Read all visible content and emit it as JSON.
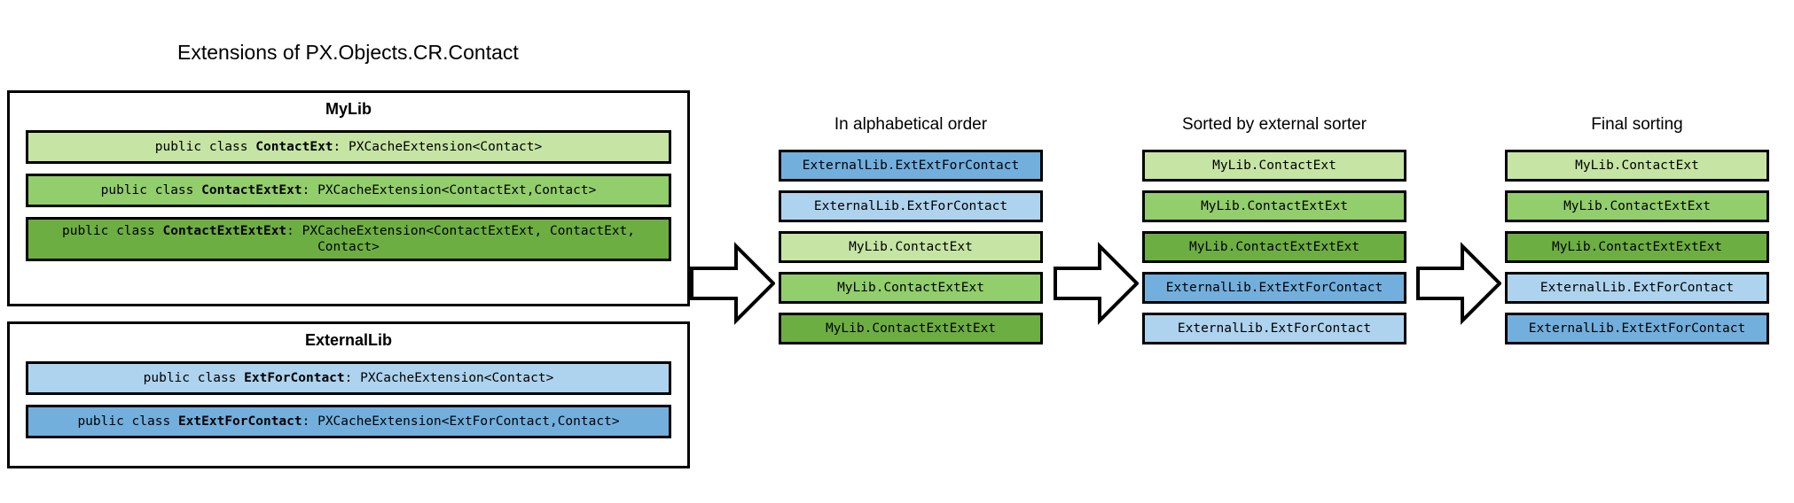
{
  "title": "Extensions of PX.Objects.CR.Contact",
  "libraries": [
    {
      "name": "MyLib",
      "classes": [
        {
          "prefix": "public class ",
          "class_name": "ContactExt",
          "suffix": ": PXCacheExtension<Contact>",
          "color": "#c6e4a4",
          "fill_class": "fill-green-1"
        },
        {
          "prefix": "public class ",
          "class_name": "ContactExtExt",
          "suffix": ": PXCacheExtension<ContactExt,Contact>",
          "color": "#92ce6b",
          "fill_class": "fill-green-2"
        },
        {
          "prefix": "public class ",
          "class_name": "ContactExtExtExt",
          "suffix": ": PXCacheExtension<ContactExtExt, ContactExt, Contact>",
          "color": "#6dae42",
          "fill_class": "fill-green-3"
        }
      ]
    },
    {
      "name": "ExternalLib",
      "classes": [
        {
          "prefix": "public class ",
          "class_name": "ExtForContact",
          "suffix": ": PXCacheExtension<Contact>",
          "color": "#aed3ee",
          "fill_class": "fill-blue-1"
        },
        {
          "prefix": "public class ",
          "class_name": "ExtExtForContact",
          "suffix": ": PXCacheExtension<ExtForContact,Contact>",
          "color": "#72afdd",
          "fill_class": "fill-blue-2"
        }
      ]
    }
  ],
  "columns": [
    {
      "heading": "In alphabetical order",
      "items": [
        {
          "label": "ExternalLib.ExtExtForContact",
          "color": "#72afdd",
          "fill_class": "fill-blue-2"
        },
        {
          "label": "ExternalLib.ExtForContact",
          "color": "#aed3ee",
          "fill_class": "fill-blue-1"
        },
        {
          "label": "MyLib.ContactExt",
          "color": "#c6e4a4",
          "fill_class": "fill-green-1"
        },
        {
          "label": "MyLib.ContactExtExt",
          "color": "#92ce6b",
          "fill_class": "fill-green-2"
        },
        {
          "label": "MyLib.ContactExtExtExt",
          "color": "#6dae42",
          "fill_class": "fill-green-3"
        }
      ]
    },
    {
      "heading": "Sorted by external sorter",
      "items": [
        {
          "label": "MyLib.ContactExt",
          "color": "#c6e4a4",
          "fill_class": "fill-green-1"
        },
        {
          "label": "MyLib.ContactExtExt",
          "color": "#92ce6b",
          "fill_class": "fill-green-2"
        },
        {
          "label": "MyLib.ContactExtExtExt",
          "color": "#6dae42",
          "fill_class": "fill-green-3"
        },
        {
          "label": "ExternalLib.ExtExtForContact",
          "color": "#72afdd",
          "fill_class": "fill-blue-2"
        },
        {
          "label": "ExternalLib.ExtForContact",
          "color": "#aed3ee",
          "fill_class": "fill-blue-1"
        }
      ]
    },
    {
      "heading": "Final sorting",
      "items": [
        {
          "label": "MyLib.ContactExt",
          "color": "#c6e4a4",
          "fill_class": "fill-green-1"
        },
        {
          "label": "MyLib.ContactExtExt",
          "color": "#92ce6b",
          "fill_class": "fill-green-2"
        },
        {
          "label": "MyLib.ContactExtExtExt",
          "color": "#6dae42",
          "fill_class": "fill-green-3"
        },
        {
          "label": "ExternalLib.ExtForContact",
          "color": "#aed3ee",
          "fill_class": "fill-blue-1"
        },
        {
          "label": "ExternalLib.ExtExtForContact",
          "color": "#72afdd",
          "fill_class": "fill-blue-2"
        }
      ]
    }
  ],
  "arrows": [
    {
      "name": "arrow-to-alphabetical"
    },
    {
      "name": "arrow-to-external-sorter"
    },
    {
      "name": "arrow-to-final-sorting"
    }
  ]
}
